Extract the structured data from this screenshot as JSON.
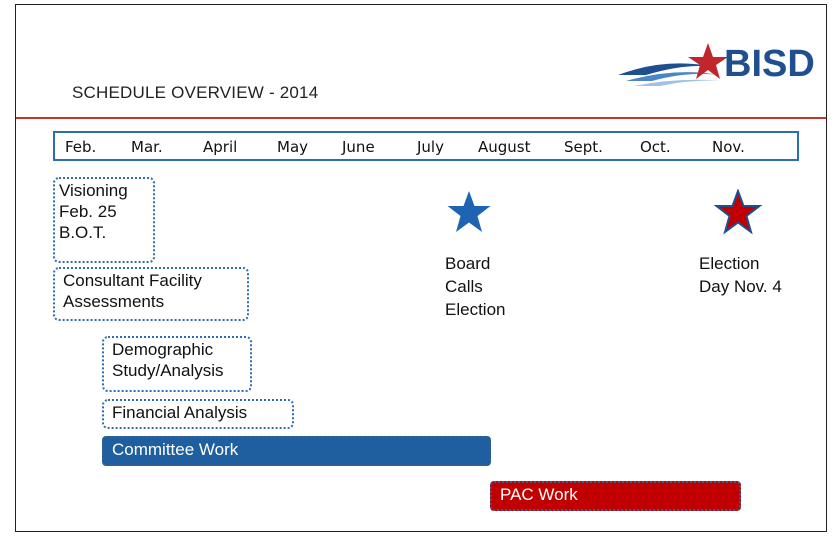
{
  "title": "SCHEDULE OVERVIEW - 2014",
  "logo": {
    "text": "BISD"
  },
  "colors": {
    "accent_blue": "#1f64b3",
    "accent_red": "#c00000",
    "rule_red": "#c0392b",
    "committee_bar": "#1f5f9f",
    "pac_bar": "#c00000"
  },
  "months": [
    "Feb.",
    "Mar.",
    "April",
    "May",
    "June",
    "July",
    "August",
    "Sept.",
    "Oct.",
    "Nov."
  ],
  "tasks": {
    "visioning": [
      "Visioning",
      "Feb. 25",
      "B.O.T."
    ],
    "consultant": [
      "Consultant Facility",
      "Assessments"
    ],
    "demographic": [
      "Demographic",
      "Study/Analysis"
    ],
    "financial": "Financial Analysis",
    "committee": "Committee Work",
    "pac": "PAC Work"
  },
  "milestones": {
    "board": [
      "Board",
      "Calls",
      "Election"
    ],
    "election": [
      "Election",
      "Day Nov. 4"
    ]
  }
}
